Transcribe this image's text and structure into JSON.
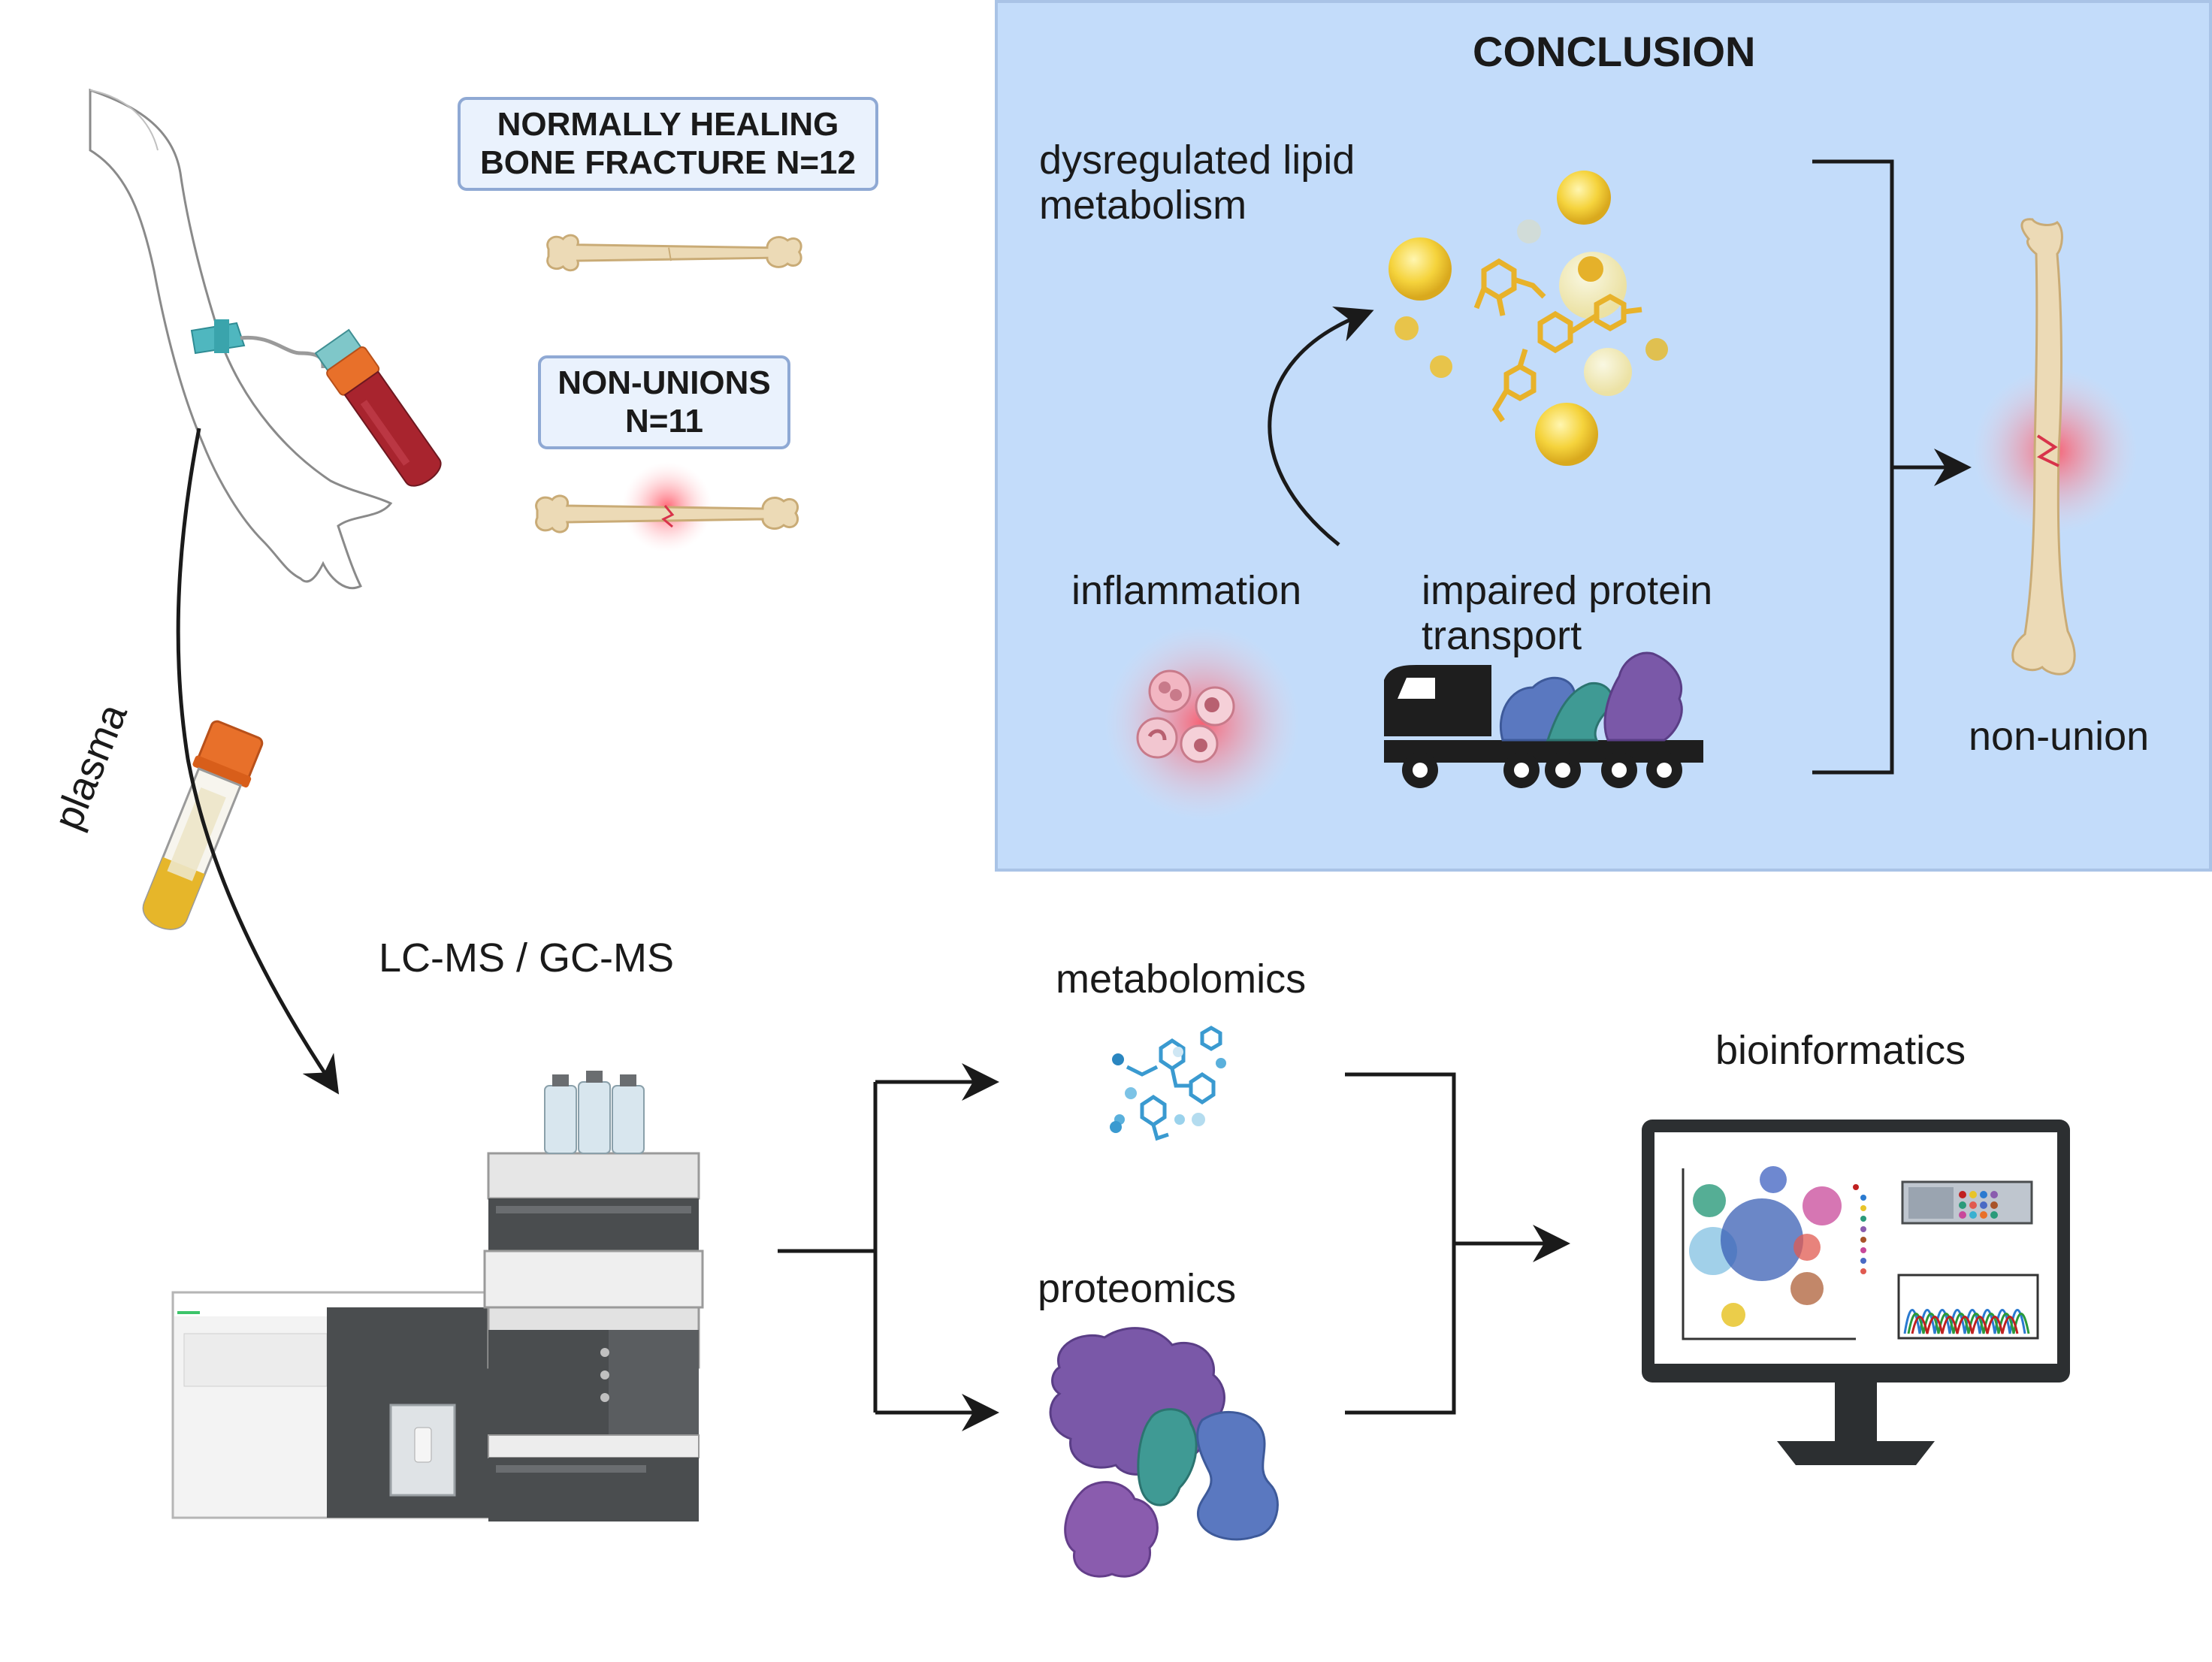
{
  "groups": {
    "normal": {
      "line1": "NORMALLY HEALING",
      "line2": "BONE FRACTURE N=12"
    },
    "nonunion": {
      "line1": "NON-UNIONS",
      "line2": "N=11"
    }
  },
  "labels": {
    "plasma": "plasma",
    "method": "LC-MS / GC-MS",
    "metabolomics": "metabolomics",
    "proteomics": "proteomics",
    "bioinformatics": "bioinformatics"
  },
  "conclusion": {
    "title": "CONCLUSION",
    "lipid_line1": "dysregulated lipid",
    "lipid_line2": "metabolism",
    "inflammation": "inflammation",
    "protein_line1": "impaired protein",
    "protein_line2": "transport",
    "outcome": "non-union"
  },
  "colors": {
    "panel_bg": "#c3dcfa",
    "box_border": "#8fa9d4",
    "arrow": "#1a1a1a",
    "bone": "#e8d2a8",
    "blood": "#a8242e",
    "plasma": "#e6b62a",
    "cap": "#e8702a",
    "lipid": "#f2cf3a",
    "inflammation": "#e84a5a",
    "protein_purple": "#7a58a8",
    "protein_blue": "#5a78c0",
    "protein_teal": "#3f9a94",
    "metabolite": "#3a9ad0"
  }
}
